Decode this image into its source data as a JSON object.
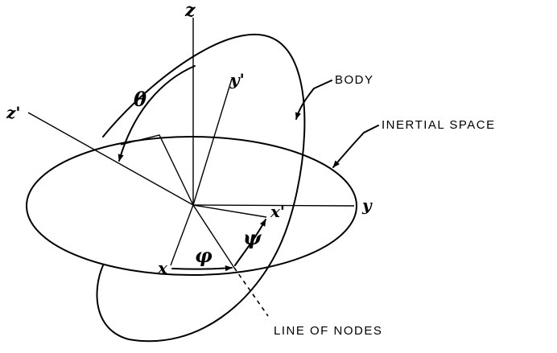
{
  "labels": {
    "z": "z",
    "z_prime": "z'",
    "y": "y",
    "y_prime": "y'",
    "x": "x",
    "x_prime": "x'",
    "theta": "θ",
    "phi": "φ",
    "psi": "ψ",
    "body": "BODY",
    "inertial_space": "INERTIAL SPACE",
    "line_of_nodes": "LINE OF NODES"
  }
}
